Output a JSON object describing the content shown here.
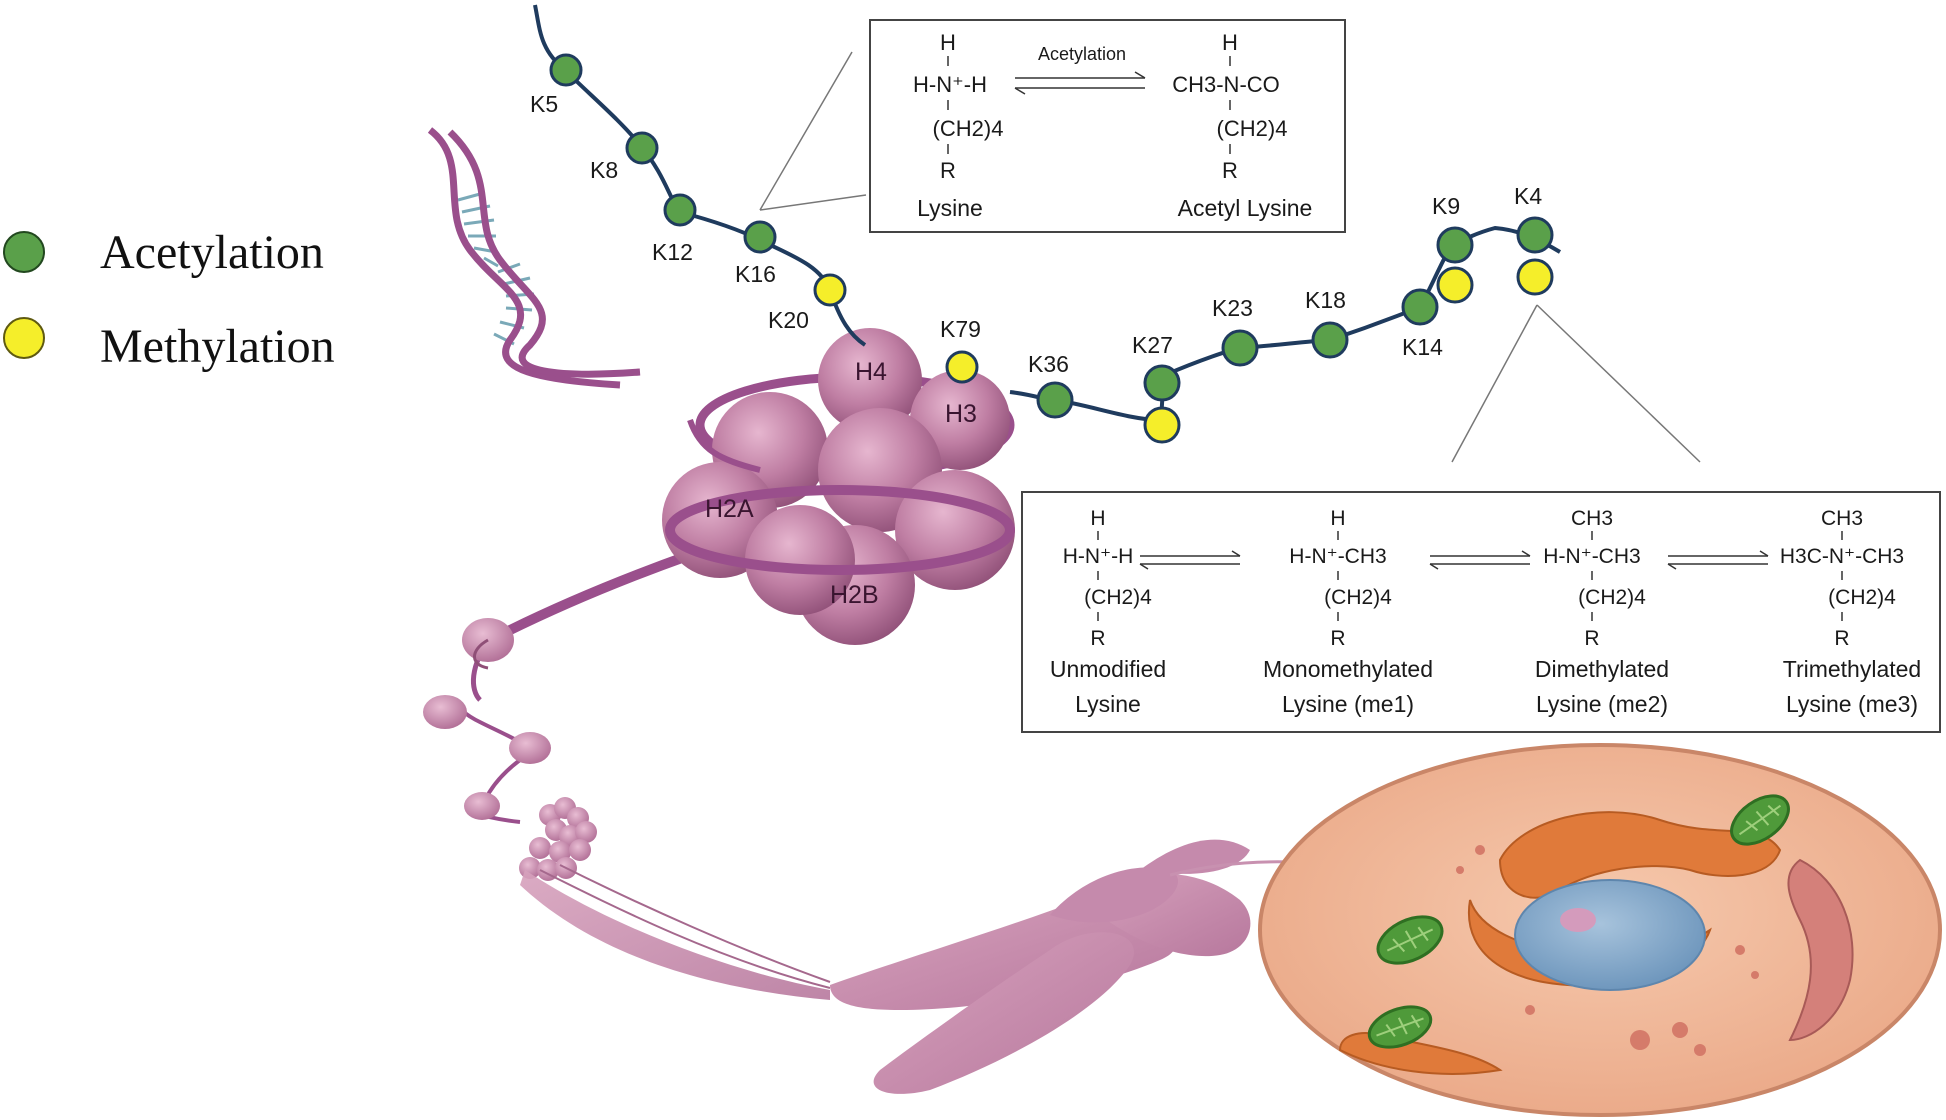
{
  "legend": {
    "acetylation": {
      "label": "Acetylation",
      "color": "#5aa04a"
    },
    "methylation": {
      "label": "Methylation",
      "color": "#f5ee2a"
    }
  },
  "histones": {
    "h4": "H4",
    "h3": "H3",
    "h2a": "H2A",
    "h2b": "H2B"
  },
  "h4_tail_sites": {
    "k5": "K5",
    "k8": "K8",
    "k12": "K12",
    "k16": "K16",
    "k20": "K20"
  },
  "h3_tail_sites": {
    "k79": "K79",
    "k36": "K36",
    "k27": "K27",
    "k23": "K23",
    "k18": "K18",
    "k14": "K14",
    "k9": "K9",
    "k4": "K4"
  },
  "acetylation_box": {
    "arrow_label": "Acetylation",
    "left": {
      "top": "H",
      "main": "H-N⁺-H",
      "chain": "(CH2)4",
      "bottom": "R",
      "name": "Lysine"
    },
    "right": {
      "top": "H",
      "main": "CH3-N-CO",
      "chain": "(CH2)4",
      "bottom": "R",
      "name": "Acetyl Lysine"
    }
  },
  "methylation_box": {
    "species": [
      {
        "top": "H",
        "main": "H-N⁺-H",
        "chain": "(CH2)4",
        "bottom": "R",
        "name1": "Unmodified",
        "name2": "Lysine"
      },
      {
        "top": "H",
        "main": "H-N⁺-CH3",
        "chain": "(CH2)4",
        "bottom": "R",
        "name1": "Monomethylated",
        "name2": "Lysine (me1)"
      },
      {
        "top": "CH3",
        "main": "H-N⁺-CH3",
        "chain": "(CH2)4",
        "bottom": "R",
        "name1": "Dimethylated",
        "name2": "Lysine (me2)"
      },
      {
        "top": "CH3",
        "main": "H3C-N⁺-CH3",
        "chain": "(CH2)4",
        "bottom": "R",
        "name1": "Trimethylated",
        "name2": "Lysine (me3)"
      }
    ]
  }
}
